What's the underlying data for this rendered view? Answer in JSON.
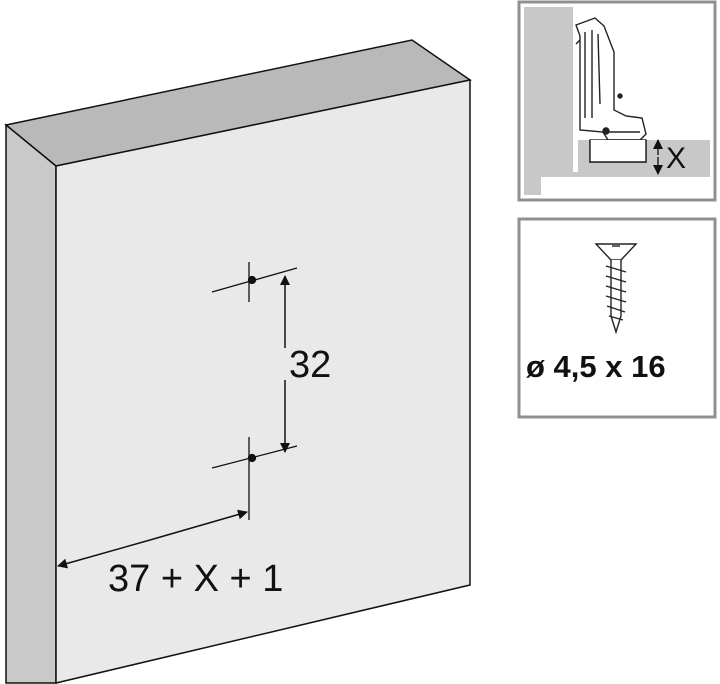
{
  "colors": {
    "panel_face": "#e9e9e9",
    "panel_side": "#c9c9c9",
    "panel_top": "#b9b9b9",
    "frame": "#909090",
    "line": "#111111",
    "wall": "#c8c8c8"
  },
  "drawing": {
    "hole_spacing": "32",
    "edge_distance": "37 + X + 1"
  },
  "hinge_detail": {
    "overlay_label": "X"
  },
  "screw_detail": {
    "icon": "countersunk-wood-screw",
    "spec": "ø 4,5 x 16"
  }
}
